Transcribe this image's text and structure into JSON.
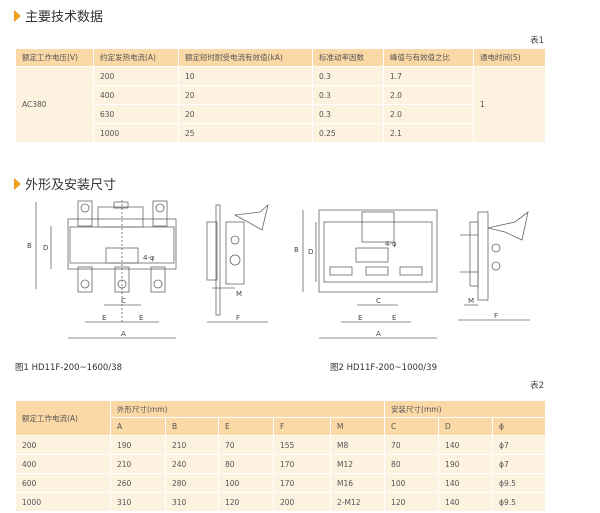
{
  "section1_title": "主要技术数据",
  "table1": {
    "label": "表1",
    "headers": [
      "额定工作电压(V)",
      "约定发热电流(A)",
      "额定短时耐受电流有效值(kA)",
      "标准动率因数",
      "峰值与有效值之比",
      "通电时间(S)"
    ],
    "voltage": "AC380",
    "time": "1",
    "rows": [
      [
        "200",
        "10",
        "0.3",
        "1.7"
      ],
      [
        "400",
        "20",
        "0.3",
        "2.0"
      ],
      [
        "630",
        "20",
        "0.3",
        "2.0"
      ],
      [
        "1000",
        "25",
        "0.25",
        "2.1"
      ]
    ]
  },
  "section2_title": "外形及安装尺寸",
  "dim_labels": {
    "A": "A",
    "B": "B",
    "C": "C",
    "D": "D",
    "E": "E",
    "F": "F",
    "M": "M",
    "hole": "4-φ"
  },
  "fig1_caption": "图1 HD11F-200~1600/38",
  "fig2_caption": "图2 HD11F-200~1000/39",
  "table2": {
    "label": "表2",
    "first_header": "额定工作电流(A)",
    "group1": "外形尺寸(mm)",
    "group2": "安装尺寸(mm)",
    "sub_headers": [
      "A",
      "B",
      "E",
      "F",
      "M",
      "C",
      "D",
      "ϕ"
    ],
    "rows": [
      [
        "200",
        "190",
        "210",
        "70",
        "155",
        "M8",
        "70",
        "140",
        "ϕ7"
      ],
      [
        "400",
        "210",
        "240",
        "80",
        "170",
        "M12",
        "80",
        "190",
        "ϕ7"
      ],
      [
        "600",
        "260",
        "280",
        "100",
        "170",
        "M16",
        "100",
        "140",
        "ϕ9.5"
      ],
      [
        "1000",
        "310",
        "310",
        "120",
        "200",
        "2-M12",
        "120",
        "140",
        "ϕ9.5"
      ]
    ]
  }
}
